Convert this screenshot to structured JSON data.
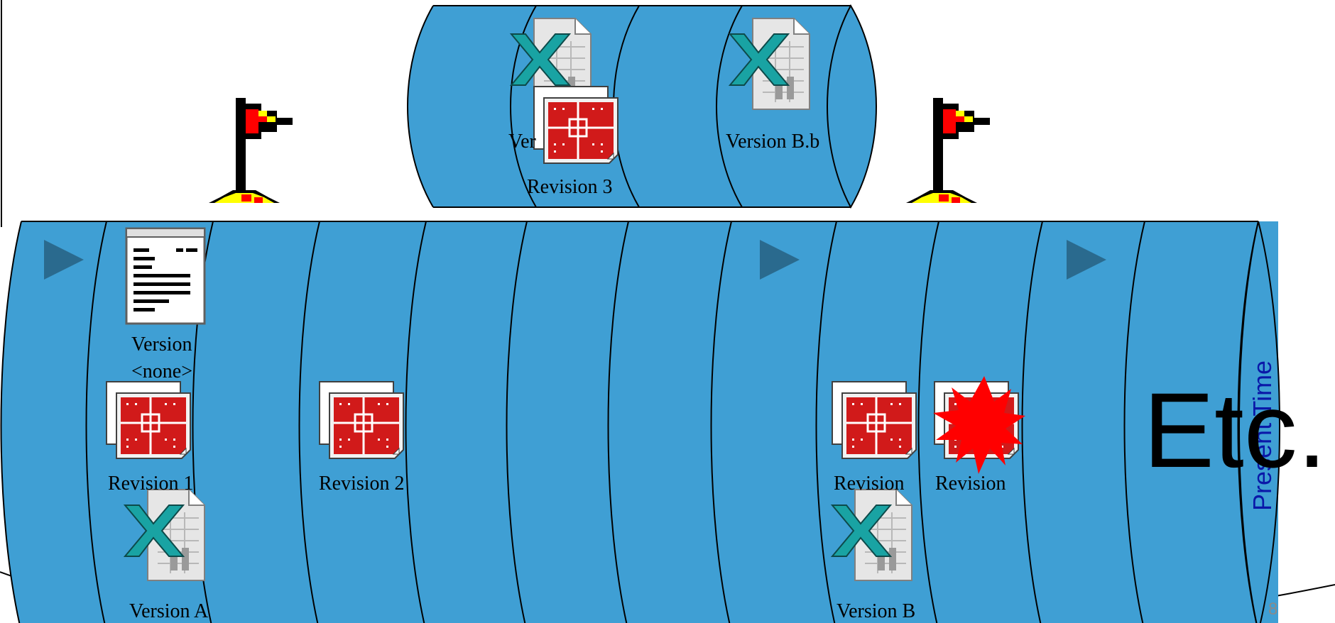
{
  "labels": {
    "version_none_line1": "Version",
    "version_none_line2": "<none>",
    "revision_1": "Revision 1",
    "revision_2": "Revision 2",
    "revision_3": "Revision 3",
    "revision_4": "Revision",
    "revision_5": "Revision",
    "version_a": "Version A",
    "version_b": "Version B",
    "version_b_b": "Version B.b",
    "version_top_clipped": "Ver",
    "present_time": "Present Time",
    "etc": "Etc.",
    "page_number": "8"
  },
  "icons": {
    "excel": "excel-spreadsheet-icon",
    "drawing": "cad-drawing-icon",
    "document": "text-document-icon",
    "flag": "milestone-flag-icon",
    "arrow": "play-arrow-icon",
    "burst": "explosion-burst-icon"
  },
  "colors": {
    "cylinder_fill": "#3f9fd4",
    "arrow_fill": "#2a6a8e",
    "present_time_text": "#0a18a8",
    "flag_red": "#ff0000",
    "flag_yellow": "#ffff00",
    "burst_red": "#ff0000",
    "drawing_red": "#d11a1a",
    "excel_teal": "#19a3a3"
  }
}
